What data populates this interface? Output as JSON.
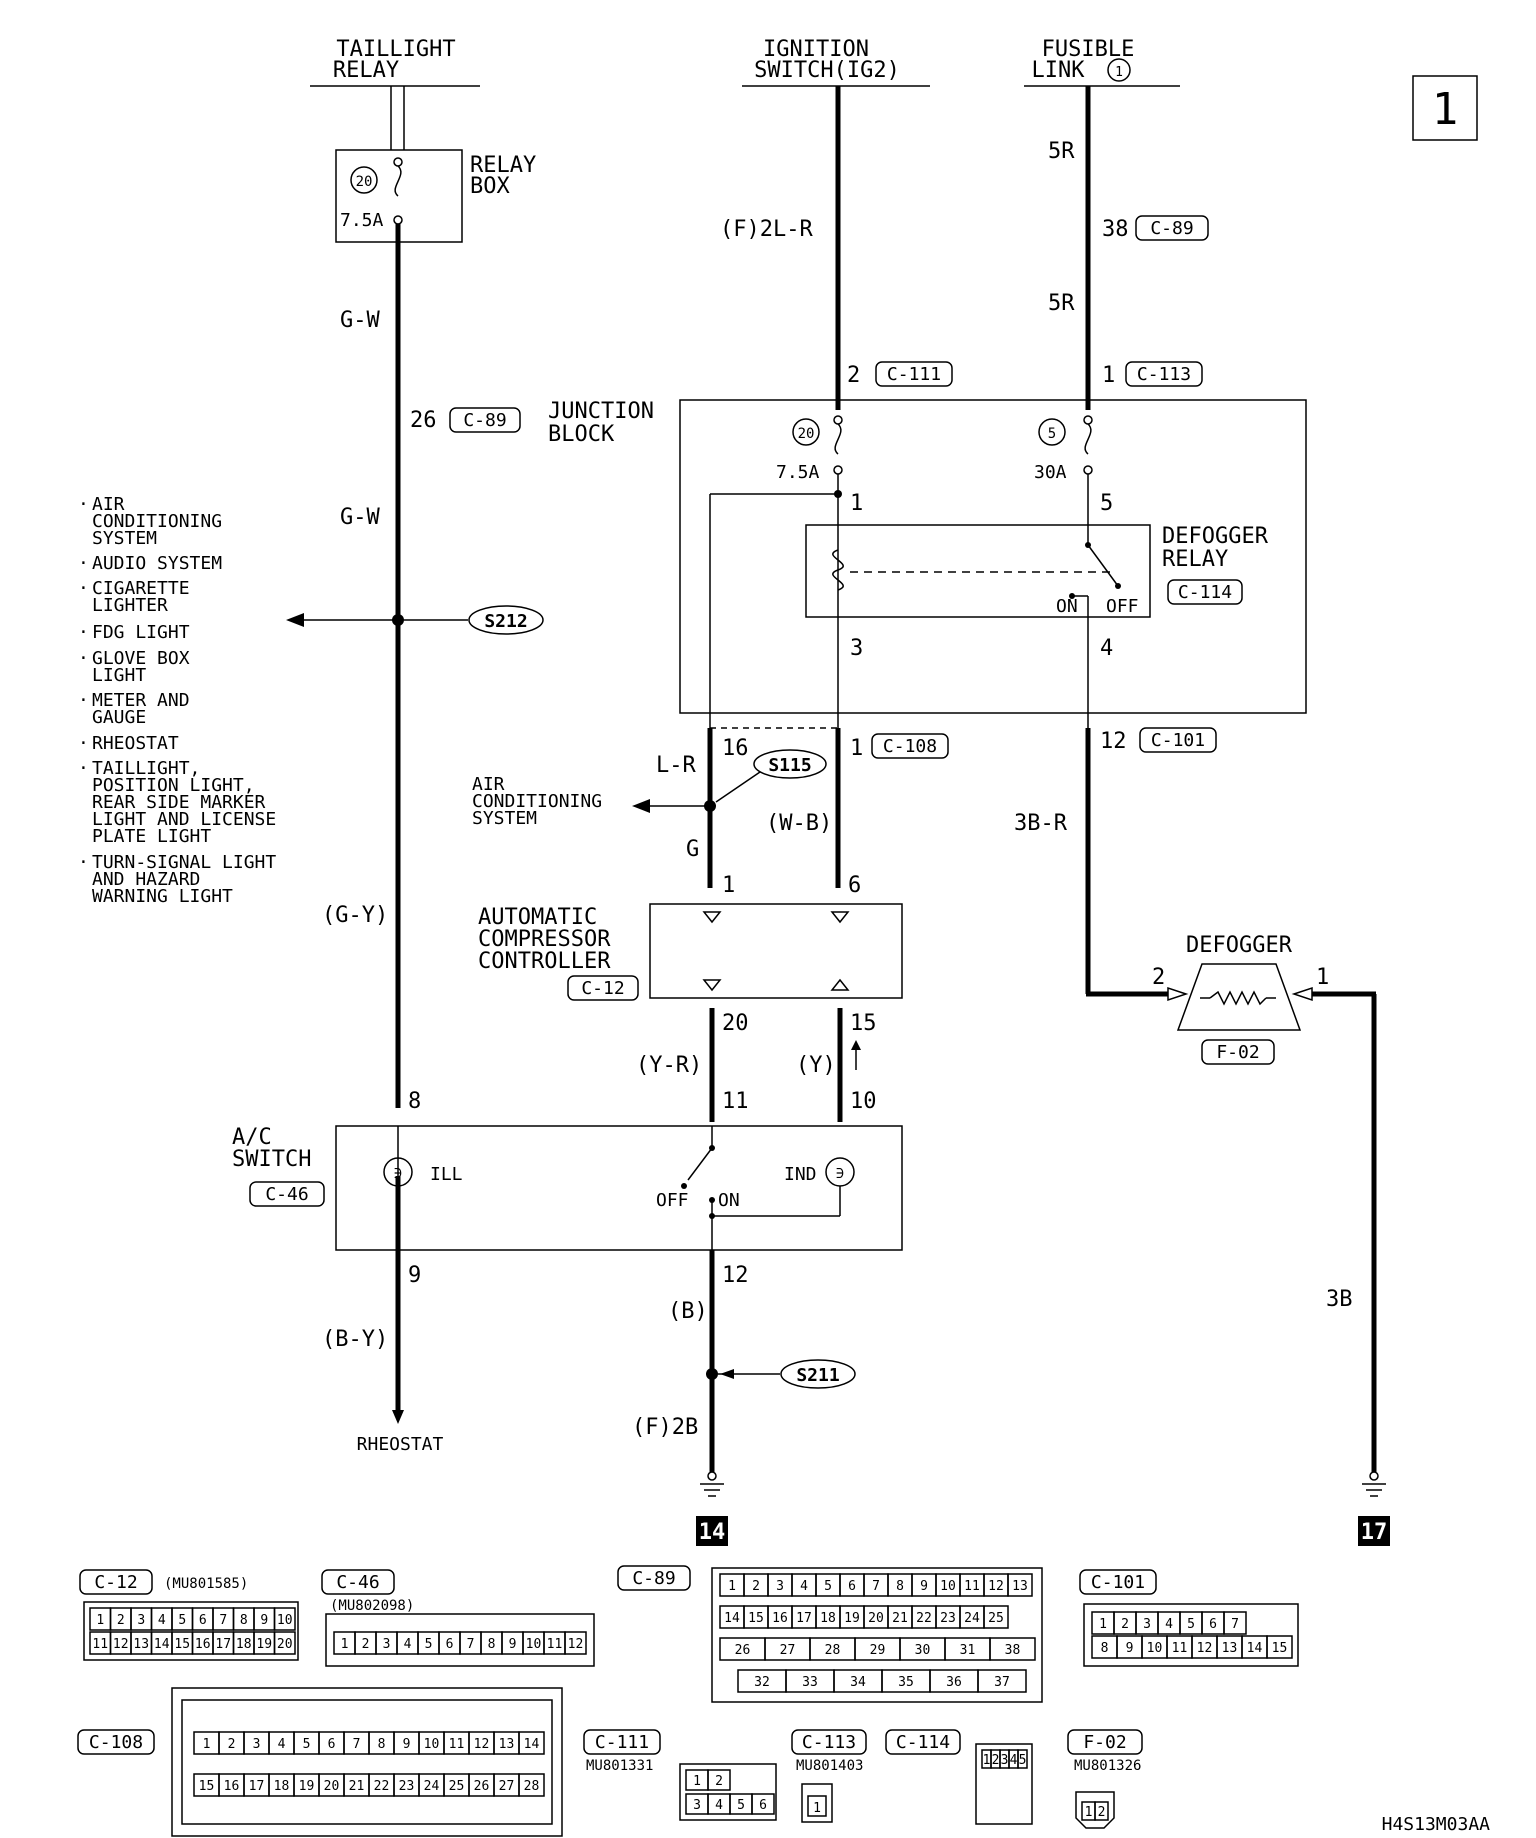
{
  "page_number": "1",
  "doc_code": "H4S13M03AA",
  "sources": {
    "taillight": [
      "TAILLIGHT",
      "RELAY"
    ],
    "ignition": [
      "IGNITION",
      "SWITCH(IG2)"
    ],
    "fusible": [
      "FUSIBLE",
      "LINK",
      "1"
    ]
  },
  "relay_box": {
    "label": [
      "RELAY",
      "BOX"
    ],
    "fuse_no": "20",
    "rating": "7.5A"
  },
  "junction_block": {
    "label": [
      "JUNCTION",
      "BLOCK"
    ],
    "fuse_a_no": "20",
    "fuse_a_rating": "7.5A",
    "fuse_b_no": "5",
    "fuse_b_rating": "30A"
  },
  "defogger_relay": {
    "label": [
      "DEFOGGER",
      "RELAY"
    ],
    "connector": "C-114",
    "on": "ON",
    "off": "OFF"
  },
  "compressor": {
    "label": [
      "AUTOMATIC",
      "COMPRESSOR",
      "CONTROLLER"
    ],
    "connector": "C-12"
  },
  "ac_switch": {
    "label": [
      "A/C",
      "SWITCH"
    ],
    "connector": "C-46",
    "ill": "ILL",
    "ind": "IND",
    "off": "OFF",
    "on": "ON"
  },
  "defogger": {
    "label": "DEFOGGER",
    "connector": "F-02",
    "pin2": "2",
    "pin1": "1"
  },
  "wires": {
    "gw1": "G-W",
    "gw2": "G-W",
    "gy": "(G-Y)",
    "by": "(B-Y)",
    "f2lr": "(F)2L-R",
    "r5a": "5R",
    "r5b": "5R",
    "lr": "L-R",
    "g": "G",
    "wb": "(W-B)",
    "br": "3B-R",
    "yr": "(Y-R)",
    "y": "(Y)",
    "b": "(B)",
    "f2b": "(F)2B",
    "b3": "3B"
  },
  "pins": {
    "p26": "26",
    "c89a": "C-89",
    "p38": "38",
    "c89b": "C-89",
    "p2": "2",
    "c111": "C-111",
    "p1a": "1",
    "c113": "C-113",
    "jb1": "1",
    "jb5": "5",
    "jb3": "3",
    "jb4": "4",
    "p16": "16",
    "p1b": "1",
    "c108": "C-108",
    "p12": "12",
    "c101": "C-101",
    "cc1": "1",
    "cc6": "6",
    "cc20": "20",
    "cc15": "15",
    "sw8": "8",
    "sw11": "11",
    "sw10": "10",
    "sw9": "9",
    "sw12": "12"
  },
  "splices": {
    "s212": "S212",
    "s115": "S115",
    "s211": "S211"
  },
  "s212_branches": [
    "AIR",
    "CONDITIONING",
    "SYSTEM",
    "AUDIO SYSTEM",
    "CIGARETTE",
    "LIGHTER",
    "FDG LIGHT",
    "GLOVE BOX",
    "LIGHT",
    "METER AND",
    "GAUGE",
    "RHEOSTAT",
    "TAILLIGHT,",
    "POSITION LIGHT,",
    "REAR SIDE MARKER",
    "LIGHT AND LICENSE",
    "PLATE LIGHT",
    "TURN-SIGNAL LIGHT",
    "AND HAZARD",
    "WARNING LIGHT"
  ],
  "s115_branch": [
    "AIR",
    "CONDITIONING",
    "SYSTEM"
  ],
  "rheostat": "RHEOSTAT",
  "grounds": {
    "g14": "14",
    "g17": "17"
  },
  "connectors": {
    "c12": {
      "name": "C-12",
      "part": "(MU801585)",
      "row1": [
        "1",
        "2",
        "3",
        "4",
        "5",
        "6",
        "7",
        "8",
        "9",
        "10"
      ],
      "row2": [
        "11",
        "12",
        "13",
        "14",
        "15",
        "16",
        "17",
        "18",
        "19",
        "20"
      ]
    },
    "c46": {
      "name": "C-46",
      "part": "(MU802098)",
      "row": [
        "1",
        "2",
        "3",
        "4",
        "5",
        "6",
        "7",
        "8",
        "9",
        "10",
        "11",
        "12"
      ]
    },
    "c89": {
      "name": "C-89",
      "row1": [
        "1",
        "2",
        "3",
        "4",
        "5",
        "6",
        "7",
        "8",
        "9",
        "10",
        "11",
        "12",
        "13"
      ],
      "row2": [
        "14",
        "15",
        "16",
        "17",
        "18",
        "19",
        "20",
        "21",
        "22",
        "23",
        "24",
        "25"
      ],
      "row3": [
        "26",
        "27",
        "28",
        "29",
        "30",
        "31",
        "38"
      ],
      "row4": [
        "32",
        "33",
        "34",
        "35",
        "36",
        "37"
      ]
    },
    "c101": {
      "name": "C-101",
      "row1": [
        "1",
        "2",
        "3",
        "4",
        "5",
        "6",
        "7"
      ],
      "row2": [
        "8",
        "9",
        "10",
        "11",
        "12",
        "13",
        "14",
        "15"
      ]
    },
    "c108": {
      "name": "C-108",
      "row1": [
        "1",
        "2",
        "3",
        "4",
        "5",
        "6",
        "7",
        "8",
        "9",
        "10",
        "11",
        "12",
        "13",
        "14"
      ],
      "row2": [
        "15",
        "16",
        "17",
        "18",
        "19",
        "20",
        "21",
        "22",
        "23",
        "24",
        "25",
        "26",
        "27",
        "28"
      ]
    },
    "c111": {
      "name": "C-111",
      "part": "MU801331",
      "row1": [
        "1",
        "2"
      ],
      "row2": [
        "3",
        "4",
        "5",
        "6"
      ]
    },
    "c113": {
      "name": "C-113",
      "part": "MU801403",
      "pin": "1"
    },
    "c114": {
      "name": "C-114",
      "row": [
        "1",
        "2",
        "3",
        "4",
        "5"
      ]
    },
    "f02": {
      "name": "F-02",
      "part": "MU801326",
      "row": [
        "1",
        "2"
      ]
    }
  }
}
